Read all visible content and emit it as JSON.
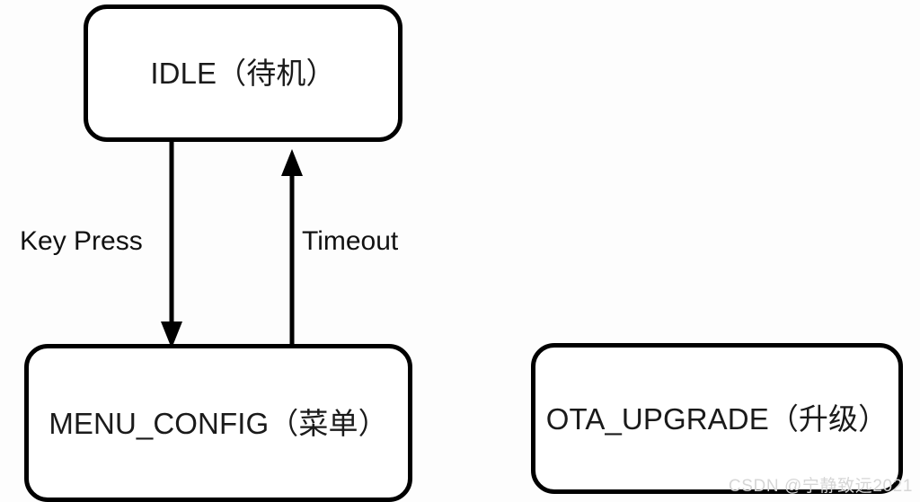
{
  "diagram": {
    "type": "state-machine",
    "background_color": "#fdfdfd",
    "stroke_color": "#000000",
    "nodes": [
      {
        "id": "idle",
        "label": "IDLE（待机）",
        "shape": "rounded-rectangle"
      },
      {
        "id": "menu_config",
        "label": "MENU_CONFIG（菜单）",
        "shape": "rounded-rectangle"
      },
      {
        "id": "ota_upgrade",
        "label": "OTA_UPGRADE（升级）",
        "shape": "rounded-rectangle"
      }
    ],
    "edges": [
      {
        "id": "key-press",
        "label": "Key Press",
        "from": "idle",
        "to": "menu_config",
        "direction": "down",
        "arrowhead": "filled-triangle"
      },
      {
        "id": "timeout",
        "label": "Timeout",
        "from": "menu_config",
        "to": "idle",
        "direction": "up",
        "arrowhead": "filled-triangle"
      }
    ]
  },
  "watermark": {
    "text": "CSDN @宁静致远2021",
    "color": "#d6d6d6"
  }
}
